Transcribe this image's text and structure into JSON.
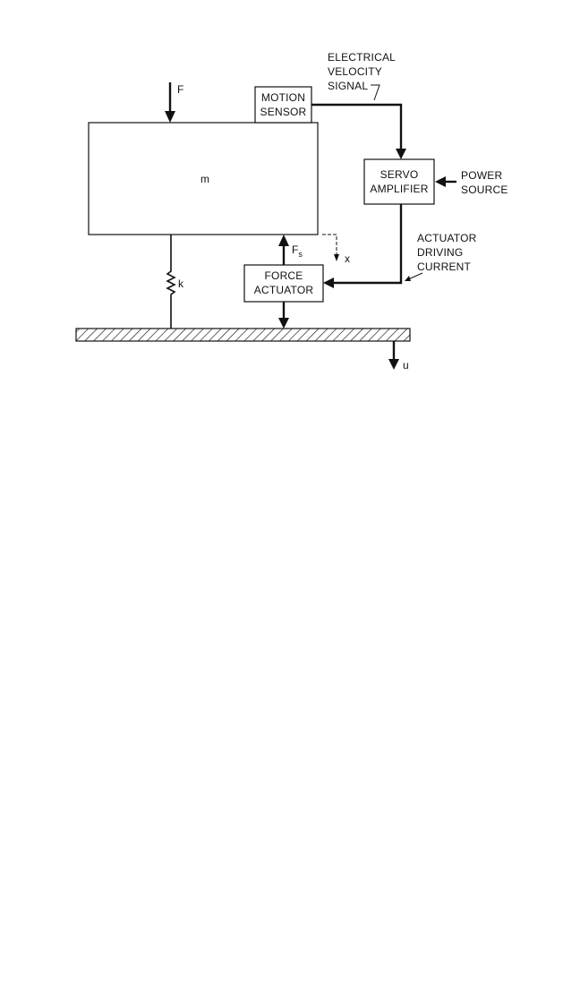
{
  "labels": {
    "mass": "m",
    "applied_force": "F",
    "spring": "k",
    "servo_force_main": "F",
    "servo_force_sub": "s",
    "mass_displacement": "x",
    "ground_displacement": "u"
  },
  "blocks": {
    "motion_sensor": {
      "line1": "MOTION",
      "line2": "SENSOR"
    },
    "servo_amplifier": {
      "line1": "SERVO",
      "line2": "AMPLIFIER"
    },
    "force_actuator": {
      "line1": "FORCE",
      "line2": "ACTUATOR"
    }
  },
  "annotations": {
    "velocity_signal": {
      "line1": "ELECTRICAL",
      "line2": "VELOCITY",
      "line3": "SIGNAL"
    },
    "power_source": {
      "line1": "POWER",
      "line2": "SOURCE"
    },
    "driving_current": {
      "line1": "ACTUATOR",
      "line2": "DRIVING",
      "line3": "CURRENT"
    }
  }
}
